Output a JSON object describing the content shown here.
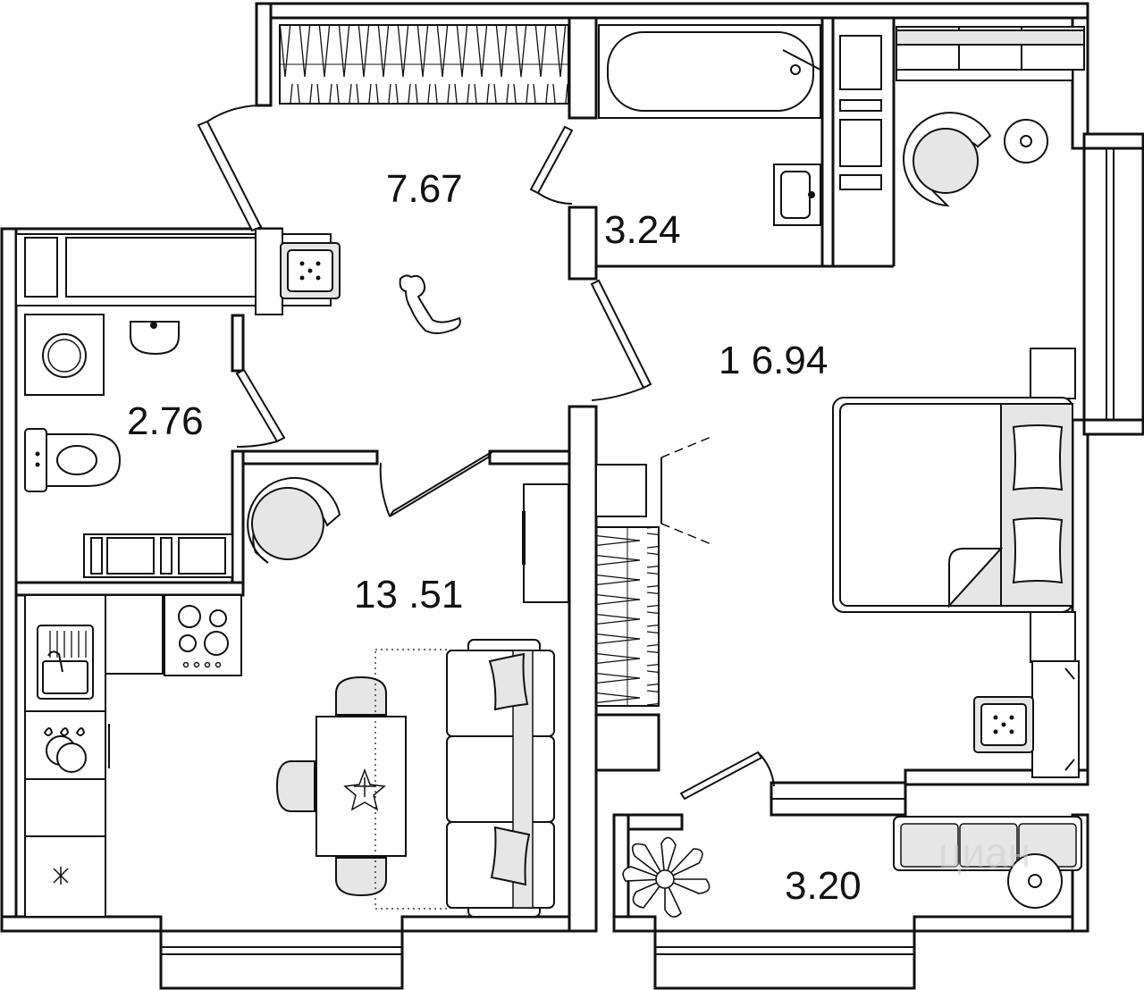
{
  "rooms": {
    "hallway": {
      "area": "7.67"
    },
    "bathroom": {
      "area": "3.24"
    },
    "bedroom": {
      "area": "1 6.94"
    },
    "toilet": {
      "area": "2.76"
    },
    "kitchen_living": {
      "area": "13 .51"
    },
    "balcony": {
      "area": "3.20"
    }
  },
  "watermark": "циан",
  "colors": {
    "wall": "#111111",
    "fixture_fill": "#e6e6e6",
    "background": "#ffffff"
  },
  "icons": [
    "dog-icon",
    "bathtub-icon",
    "sink-icon",
    "washing-machine-icon",
    "toilet-icon",
    "armchair-icon",
    "bed-icon",
    "pillow-icon",
    "sofa-icon",
    "dining-table-icon",
    "chair-icon",
    "stove-icon",
    "kitchen-sink-icon",
    "plant-icon",
    "round-table-icon",
    "ventilation-shaft-icon"
  ]
}
